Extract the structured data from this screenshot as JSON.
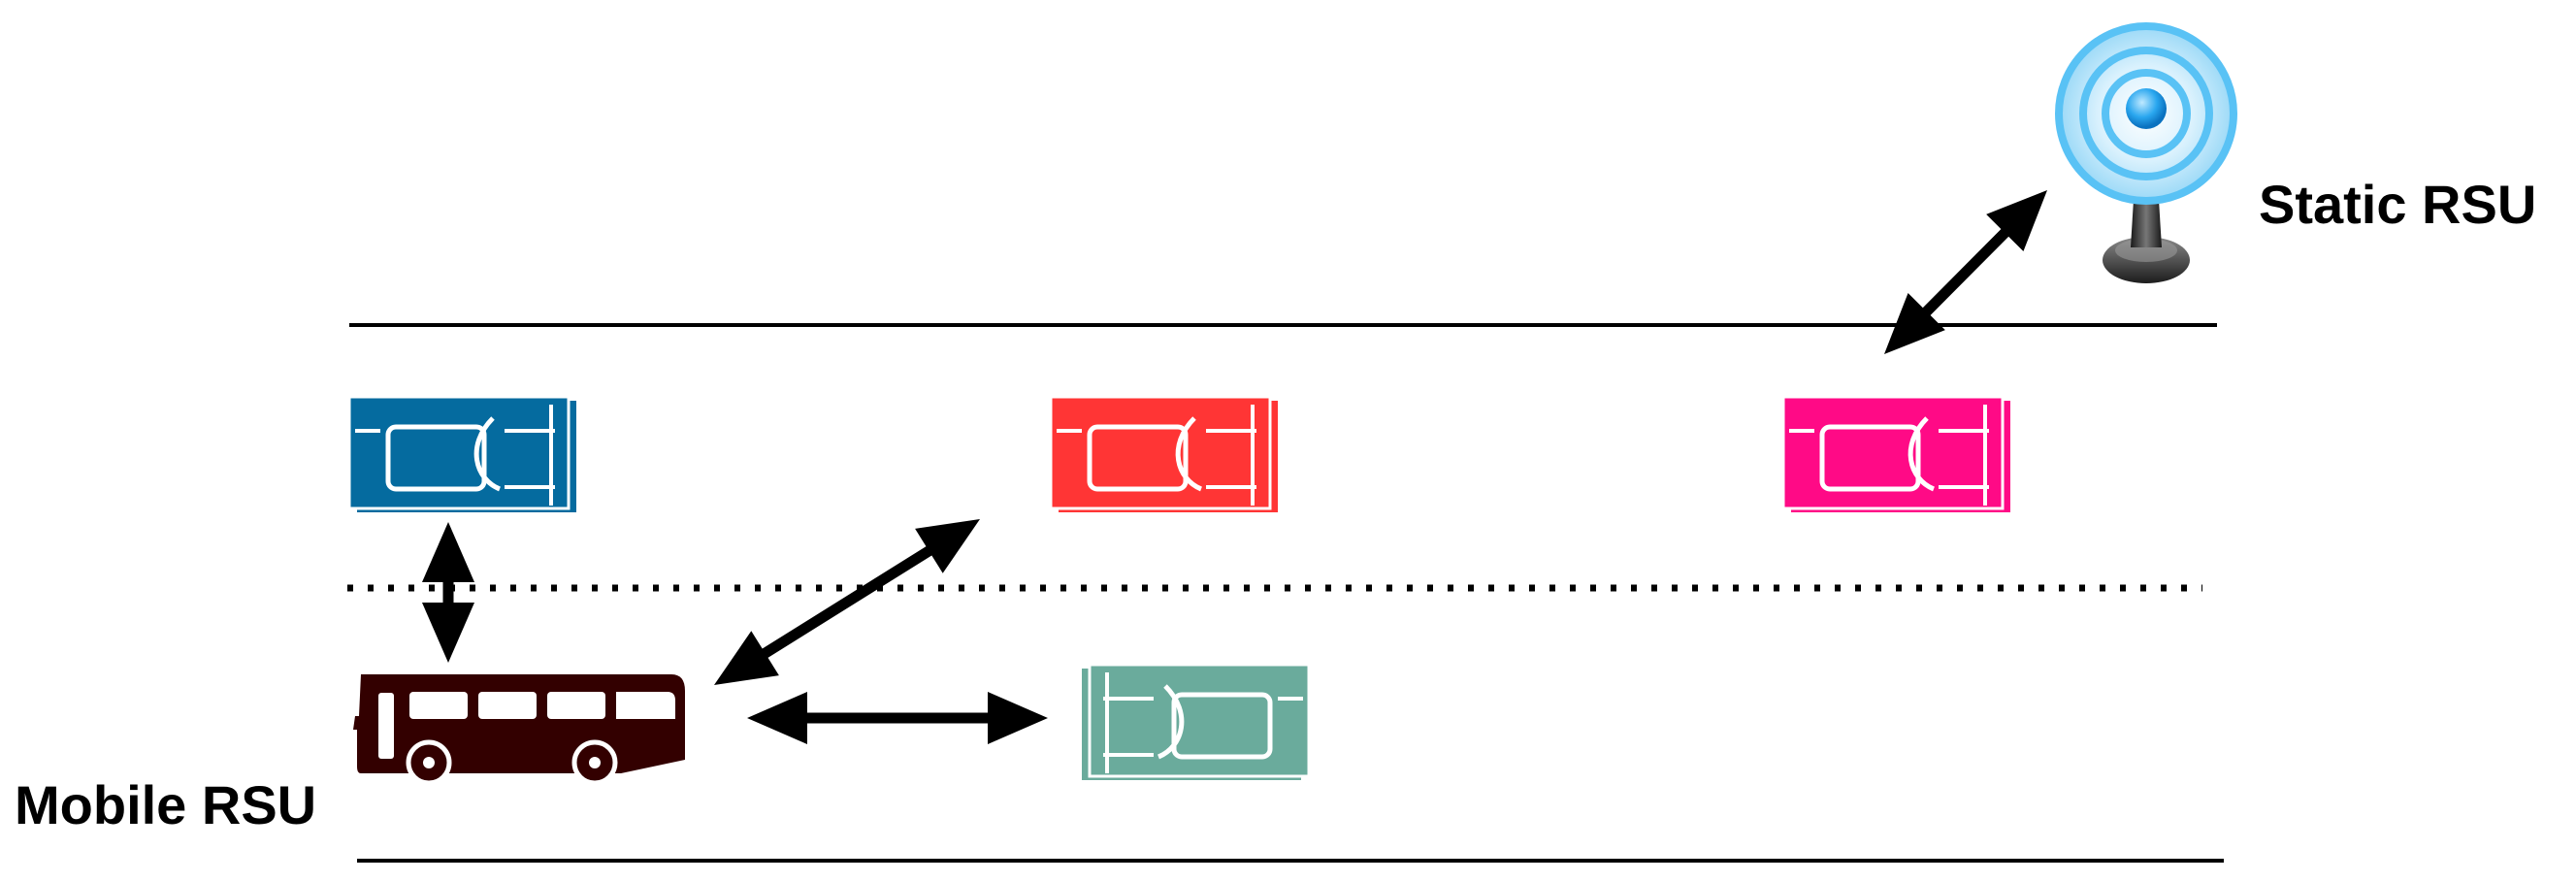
{
  "labels": {
    "static_rsu": "Static RSU",
    "mobile_rsu": "Mobile RSU"
  },
  "vehicles": [
    {
      "id": "car-blue",
      "kind": "car",
      "color": "#056b9f",
      "facing": "right",
      "lane": "upper"
    },
    {
      "id": "car-red",
      "kind": "car",
      "color": "#ff3535",
      "facing": "right",
      "lane": "upper"
    },
    {
      "id": "car-pink",
      "kind": "car",
      "color": "#ff0a86",
      "facing": "right",
      "lane": "upper"
    },
    {
      "id": "car-green",
      "kind": "car",
      "color": "#6aab9c",
      "facing": "left",
      "lane": "lower"
    },
    {
      "id": "bus",
      "kind": "bus",
      "color": "#330000",
      "lane": "lower"
    }
  ],
  "links": [
    {
      "from": "car-pink",
      "to": "static-rsu",
      "type": "V2I"
    },
    {
      "from": "car-blue",
      "to": "bus",
      "type": "V2V"
    },
    {
      "from": "bus",
      "to": "car-red",
      "type": "V2V"
    },
    {
      "from": "bus",
      "to": "car-green",
      "type": "V2V"
    }
  ],
  "colors": {
    "road_line": "#000000",
    "arrow": "#000000",
    "antenna_ring": "#33b5f0",
    "antenna_pole": "#333333"
  },
  "icons": [
    "car-icon",
    "bus-icon",
    "antenna-icon",
    "double-arrow-icon"
  ]
}
